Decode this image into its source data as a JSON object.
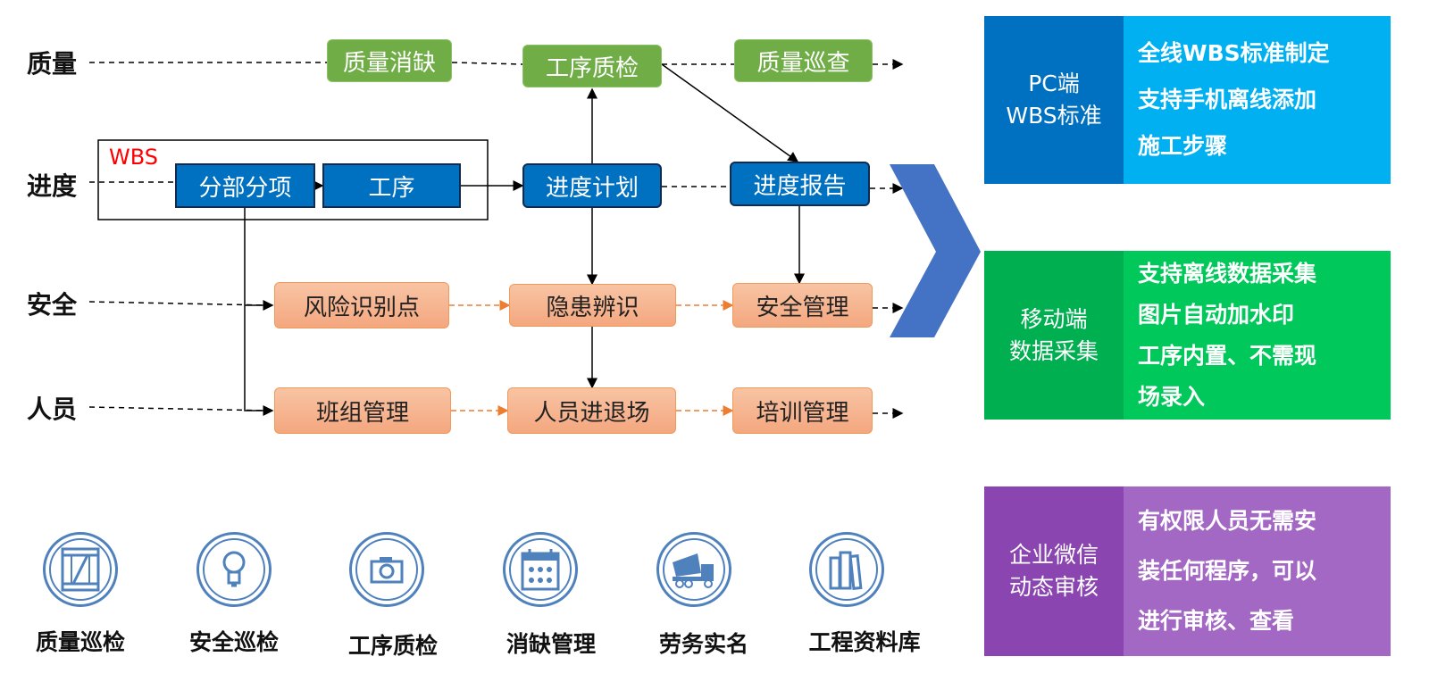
{
  "rows": {
    "quality": "质量",
    "progress": "进度",
    "safety": "安全",
    "personnel": "人员"
  },
  "wbs_label": "WBS",
  "nodes": {
    "quality_fix": "质量消缺",
    "process_check": "工序质检",
    "quality_patrol": "质量巡查",
    "sub_items": "分部分项",
    "process": "工序",
    "progress_plan": "进度计划",
    "progress_report": "进度报告",
    "risk_points": "风险识别点",
    "hazard_id": "隐患辨识",
    "safety_mgmt": "安全管理",
    "team_mgmt": "班组管理",
    "personnel_inout": "人员进退场",
    "training_mgmt": "培训管理"
  },
  "panels": [
    {
      "title": [
        "PC端",
        "WBS标准"
      ],
      "items": [
        "全线WBS标准制定",
        "支持手机离线添加",
        "施工步骤"
      ],
      "left_color": "#0070c0",
      "right_color": "#00b0f0"
    },
    {
      "title": [
        "移动端",
        "数据采集"
      ],
      "items": [
        "支持离线数据采集",
        "图片自动加水印",
        "工序内置、不需现",
        "场录入"
      ],
      "left_color": "#00b050",
      "right_color": "#00c85a"
    },
    {
      "title": [
        "企业微信",
        "动态审核"
      ],
      "items": [
        "有权限人员无需安",
        "装任何程序，可以",
        "进行审核、查看"
      ],
      "left_color": "#8a45b0",
      "right_color": "#a368c4"
    }
  ],
  "modules": [
    {
      "label": "质量巡检",
      "icon": "crate-icon"
    },
    {
      "label": "安全巡检",
      "icon": "lightbulb-icon"
    },
    {
      "label": "工序质检",
      "icon": "camera-icon"
    },
    {
      "label": "消缺管理",
      "icon": "calendar-icon"
    },
    {
      "label": "劳务实名",
      "icon": "truck-icon"
    },
    {
      "label": "工程资料库",
      "icon": "binders-icon"
    }
  ]
}
